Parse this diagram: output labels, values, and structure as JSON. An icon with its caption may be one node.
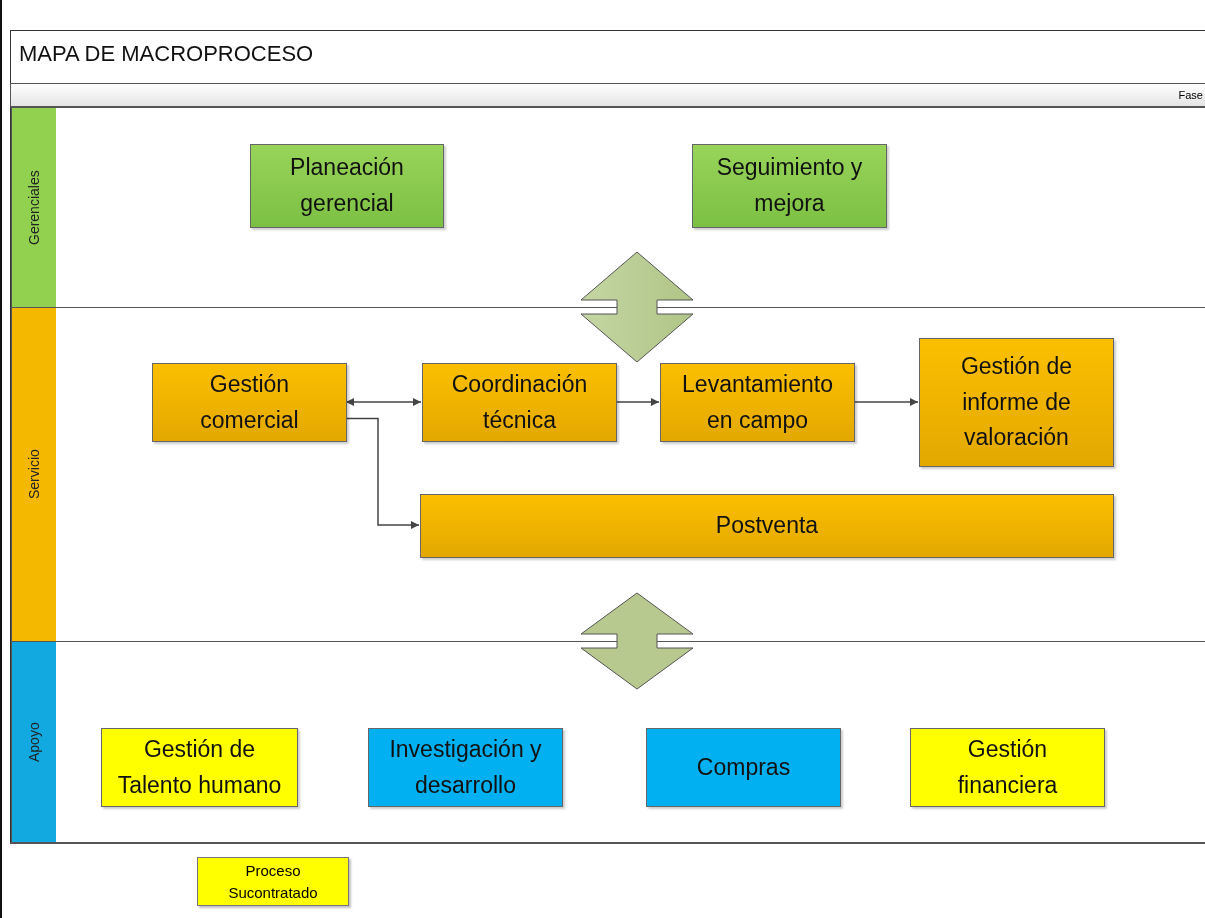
{
  "diagram": {
    "title": "MAPA DE MACROPROCESO",
    "nodes": [
      {
        "text": [
          "Gerenciales"
        ]
      },
      {
        "text": [
          "Planeación gerencial"
        ],
        "in": 0
      },
      {
        "text": [
          "Seguimiento y mejora"
        ],
        "in": 0
      },
      {
        "text": [
          "Servicio"
        ]
      },
      {
        "text": [
          "Gestión comercial"
        ],
        "in": 3
      },
      {
        "text": [
          "Coordinación técnica"
        ],
        "in": 3
      },
      {
        "text": [
          "Levantamiento en campo"
        ],
        "in": 3
      },
      {
        "text": [
          "Gestión de informe de valoración"
        ],
        "in": 3
      },
      {
        "text": [
          "Postventa"
        ],
        "in": 3
      },
      {
        "text": [
          "Apoyo"
        ]
      },
      {
        "text": [
          "Gestión de Talento humano"
        ],
        "in": 9
      },
      {
        "text": [
          "Investigación y desarrollo"
        ],
        "in": 9
      },
      {
        "text": [
          "Compras"
        ],
        "in": 9
      },
      {
        "text": [
          "Gestión financiera"
        ],
        "in": 9
      }
    ],
    "edges": [
      {
        "from": 4,
        "to": 5,
        "arrow": "both"
      },
      {
        "from": 5,
        "to": 6,
        "arrow": "to"
      },
      {
        "from": 6,
        "to": 7,
        "arrow": "to"
      },
      {
        "from": 4,
        "to": 8,
        "arrow": "to"
      },
      {
        "from": 8,
        "to": 12,
        "arrow": "both",
        "style": "thick",
        "color": "#b7c98f"
      }
    ],
    "labels": [
      "Fase"
    ],
    "legend": [
      {
        "text": "Proceso Sucontratado",
        "color": "#ffff00"
      }
    ]
  }
}
